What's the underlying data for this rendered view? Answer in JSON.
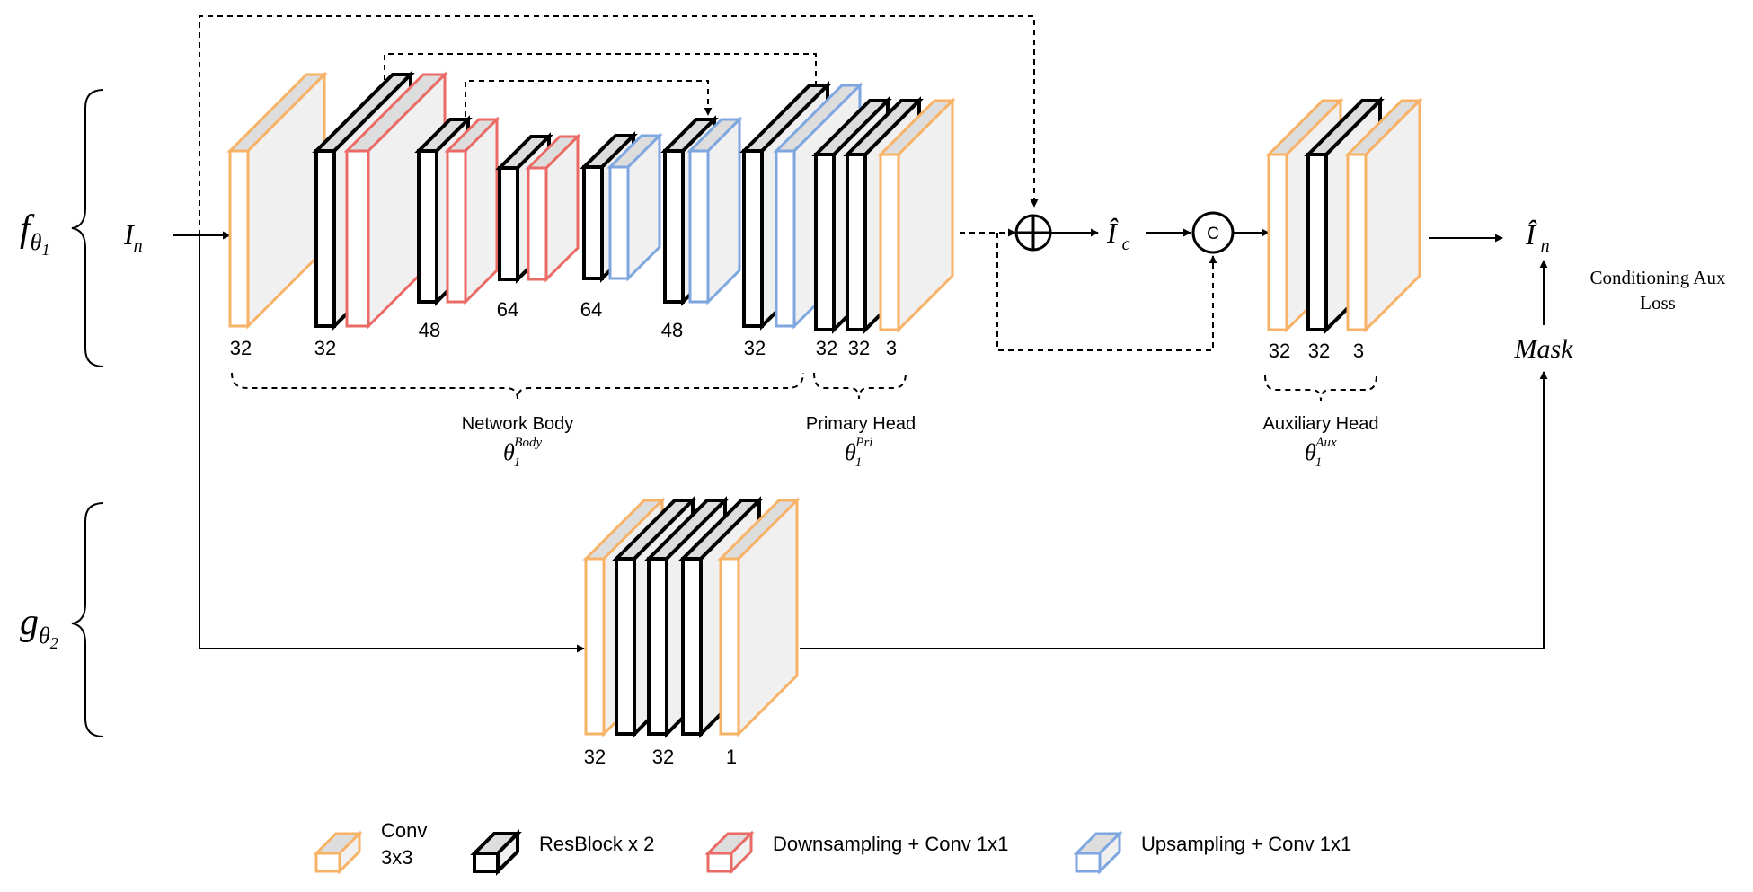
{
  "colors": {
    "conv": "#f7b266",
    "resblock": "#000000",
    "downsampling": "#ea6b66",
    "upsampling": "#7ea6e0",
    "face": "#f0f0f0",
    "top": "#dddddd"
  },
  "branches": {
    "f": {
      "symbol": "f",
      "subscript": "θ",
      "subsub": "1"
    },
    "g": {
      "symbol": "g",
      "subscript": "θ",
      "subsub": "2"
    }
  },
  "nodes": {
    "input": {
      "base": "I",
      "sub": "n"
    },
    "ic": {
      "base": "Î",
      "sub": "c"
    },
    "concat": "C",
    "output": {
      "base": "Î",
      "sub": "n"
    },
    "mask": "Mask",
    "aux_loss": [
      "Conditioning Aux",
      "Loss"
    ]
  },
  "channel_labels": {
    "body": [
      "32",
      "32",
      "48",
      "64",
      "64",
      "48",
      "32"
    ],
    "primary": [
      "32",
      "32",
      "3"
    ],
    "auxiliary": [
      "32",
      "32",
      "3"
    ],
    "g": [
      "32",
      "32",
      "1"
    ]
  },
  "groups": {
    "body": {
      "label": "Network Body",
      "theta": "θ",
      "sub": "1",
      "sup": "Body"
    },
    "primary": {
      "label": "Primary Head",
      "theta": "θ",
      "sub": "1",
      "sup": "Pri"
    },
    "auxiliary": {
      "label": "Auxiliary Head",
      "theta": "θ",
      "sub": "1",
      "sup": "Aux"
    }
  },
  "legend": {
    "conv": [
      "Conv",
      "3x3"
    ],
    "resblock": "ResBlock x 2",
    "downsampling": "Downsampling + Conv 1x1",
    "upsampling": "Upsampling + Conv 1x1"
  }
}
